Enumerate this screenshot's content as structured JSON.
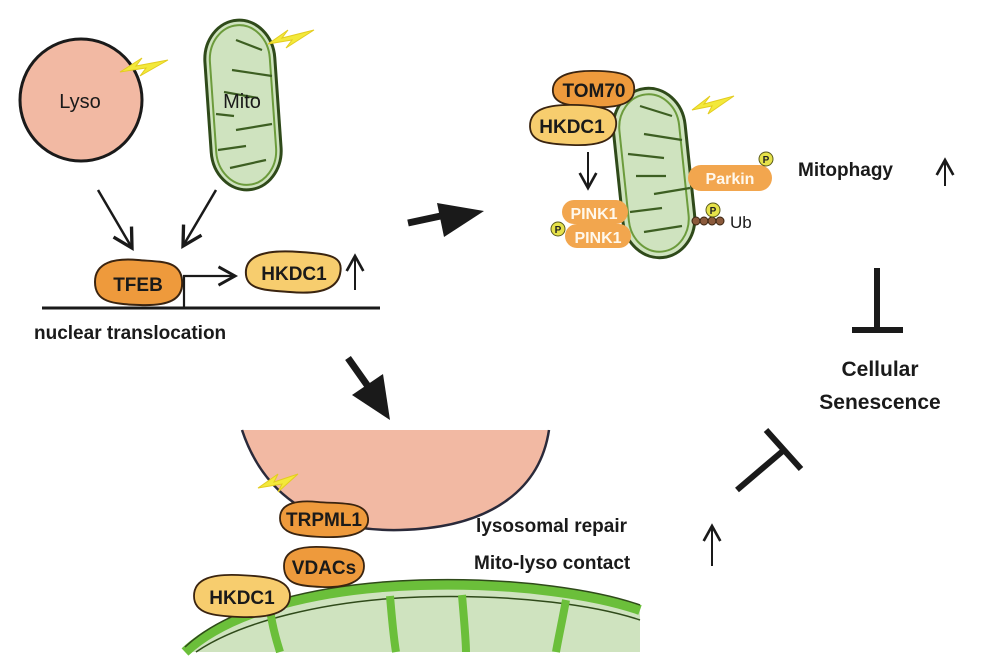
{
  "colors": {
    "lyso_fill": "#f2b9a3",
    "mito_fill": "#cfe3bf",
    "mito_stroke": "#5a8f2e",
    "mito_stroke_bright": "#6bbf3a",
    "tfeb_fill": "#ee9a3c",
    "hkdc1_fill": "#f7cd6e",
    "pink_fill": "#f2a64e",
    "phospho_fill": "#e6e24a",
    "bolt": "#f3e93a",
    "ink": "#1a1a1a"
  },
  "top_left": {
    "lyso_label": "Lyso",
    "mito_label": "Mito",
    "tfeb_label": "TFEB",
    "hkdc1_label": "HKDC1",
    "up_arrow": "↑",
    "caption": "nuclear translocation"
  },
  "top_right": {
    "tom70_label": "TOM70",
    "hkdc1_label": "HKDC1",
    "pink1_top_label": "PINK1",
    "pink1_bottom_label": "PINK1",
    "parkin_label": "Parkin",
    "phospho_label": "P",
    "ub_label": "Ub",
    "mitophagy_label": "Mitophagy",
    "up_arrow": "↑"
  },
  "right": {
    "senescence_line1": "Cellular",
    "senescence_line2": "Senescence"
  },
  "bottom": {
    "trpml_label": "TRPML1",
    "vdacs_label": "VDACs",
    "hkdc1_label": "HKDC1",
    "repair_label": "lysosomal repair",
    "contact_label": "Mito-lyso contact",
    "up_arrow": "↑"
  }
}
